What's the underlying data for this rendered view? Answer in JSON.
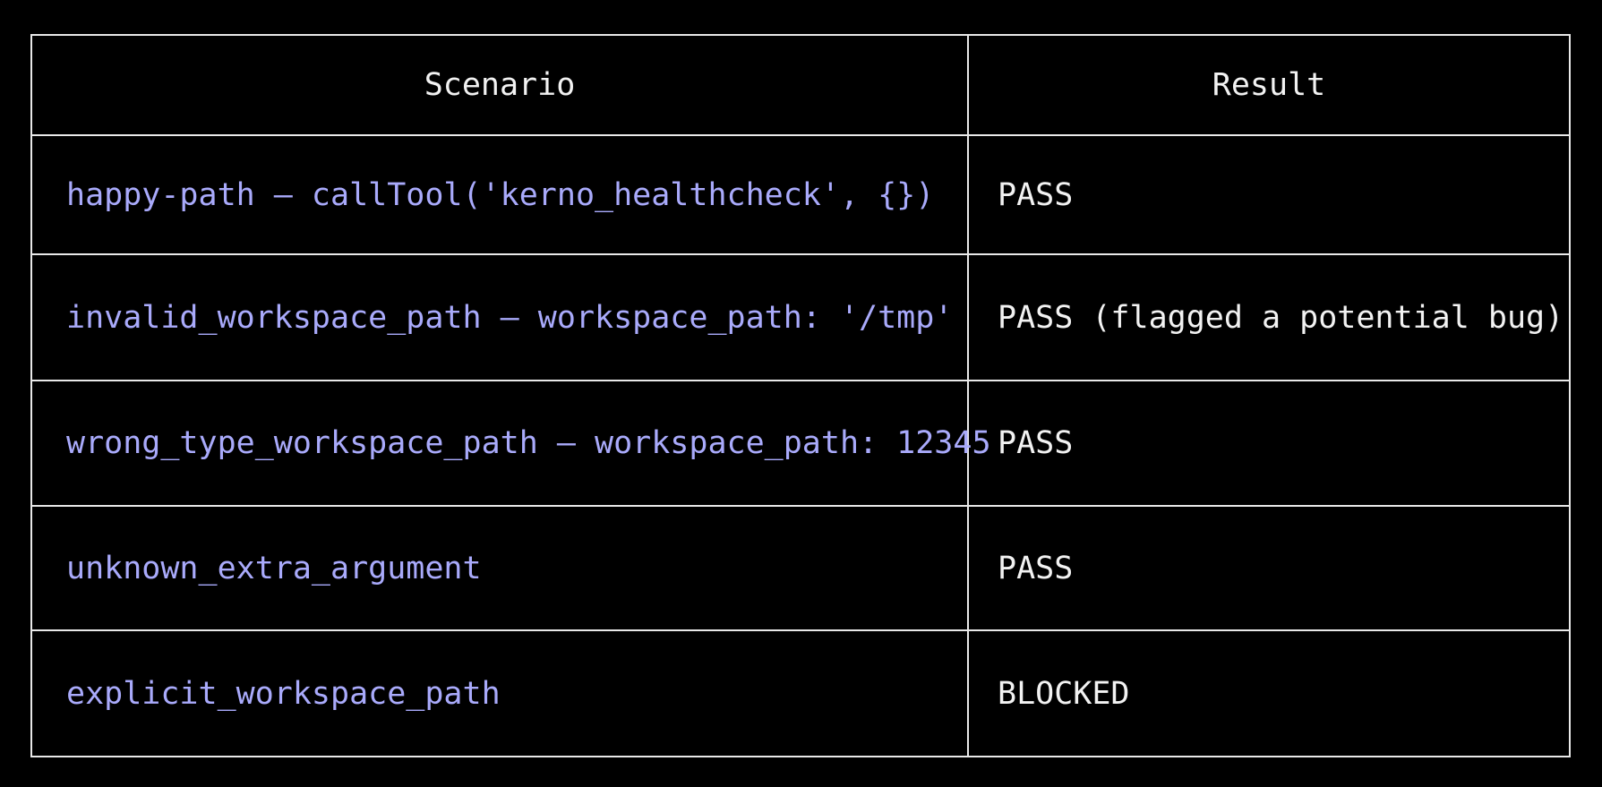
{
  "table": {
    "headers": {
      "scenario": "Scenario",
      "result": "Result"
    },
    "rows": [
      {
        "scenario": "happy-path – callTool('kerno_healthcheck', {})",
        "result": "PASS"
      },
      {
        "scenario": "invalid_workspace_path – workspace_path: '/tmp'",
        "result": "PASS (flagged a potential bug)"
      },
      {
        "scenario": "wrong_type_workspace_path – workspace_path: 12345",
        "result": "PASS"
      },
      {
        "scenario": "unknown_extra_argument",
        "result": "PASS"
      },
      {
        "scenario": "explicit_workspace_path",
        "result": "BLOCKED"
      }
    ]
  },
  "colors": {
    "background": "#000000",
    "border": "#e9e9e9",
    "scenario_text": "#a9aafb",
    "result_text": "#f2f2f2"
  }
}
